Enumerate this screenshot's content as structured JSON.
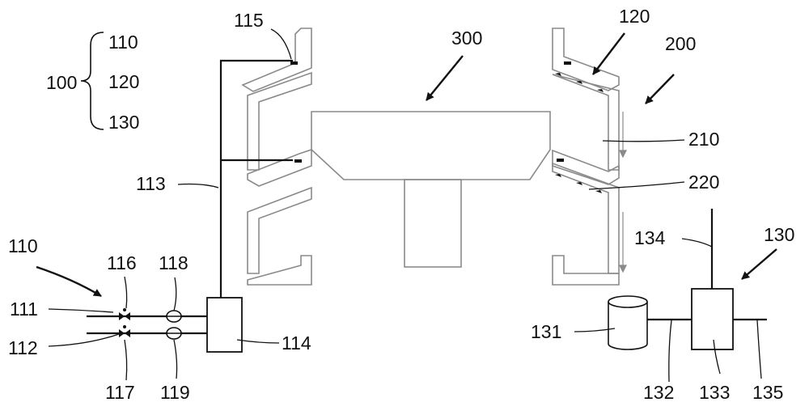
{
  "colors": {
    "ink": "#111111",
    "structure": "#8a8a8a",
    "background": "#ffffff"
  },
  "labels": {
    "group_100": "100",
    "group_110": "110",
    "group_120": "120",
    "group_130": "130",
    "l115": "115",
    "l120": "120",
    "l300": "300",
    "l200": "200",
    "l210": "210",
    "l220": "220",
    "l113": "113",
    "l110": "110",
    "l116": "116",
    "l118": "118",
    "l111": "111",
    "l112": "112",
    "l117": "117",
    "l119": "119",
    "l114": "114",
    "l130": "130",
    "l134": "134",
    "l131": "131",
    "l132": "132",
    "l133": "133",
    "l135": "135"
  }
}
